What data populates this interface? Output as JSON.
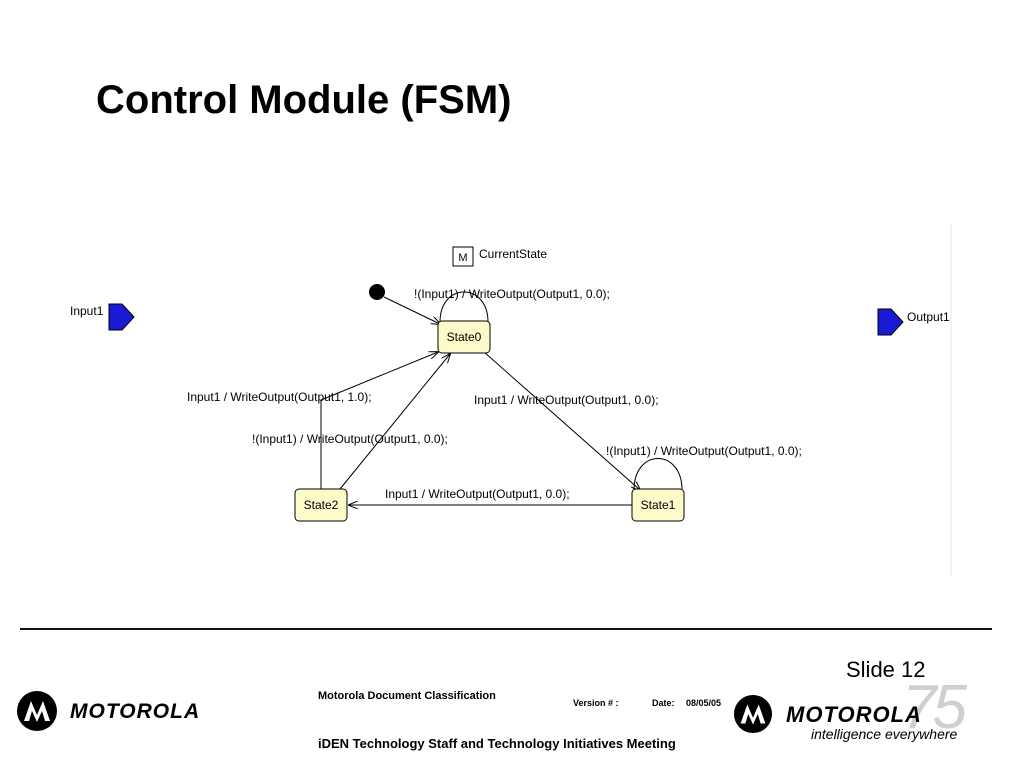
{
  "slide": {
    "title": "Control Module (FSM)",
    "slide_number": "Slide 12"
  },
  "diagram": {
    "memory_label": "M",
    "current_state_label": "CurrentState",
    "input_port": "Input1",
    "output_port": "Output1",
    "states": {
      "state0": "State0",
      "state1": "State1",
      "state2": "State2"
    },
    "transitions": {
      "s0_self": "!(Input1) / WriteOutput(Output1, 0.0);",
      "s2_to_s0": "Input1 / WriteOutput(Output1, 1.0);",
      "s2_to_s0_not": "!(Input1) / WriteOutput(Output1, 0.0);",
      "s0_to_s1": "Input1 / WriteOutput(Output1, 0.0);",
      "s1_self": "!(Input1) / WriteOutput(Output1, 0.0);",
      "s1_to_s2": "Input1 / WriteOutput(Output1, 0.0);"
    }
  },
  "footer": {
    "brand": "MOTOROLA",
    "classification": "Motorola Document Classification",
    "version_label": "Version # :",
    "date_label": "Date:",
    "date_value": "08/05/05",
    "meeting": "iDEN Technology Staff  and Technology Initiatives Meeting",
    "tagline": "intelligence everywhere",
    "watermark": "75"
  },
  "colors": {
    "state_fill": "#fdfbc9",
    "port_fill": "#1a1ad6"
  }
}
